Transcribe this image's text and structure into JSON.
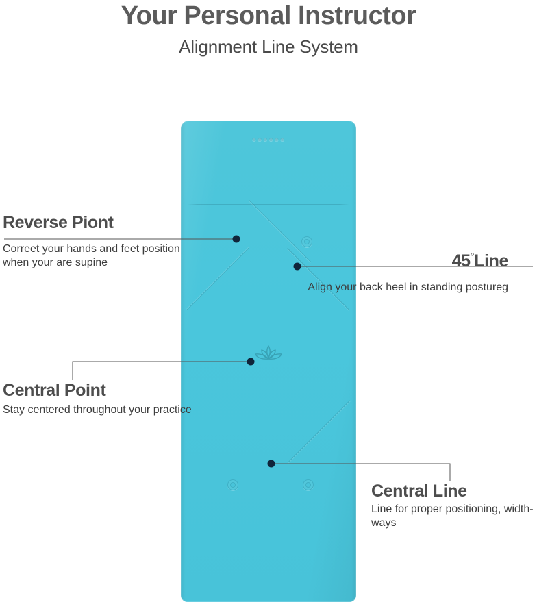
{
  "header": {
    "title": "Your Personal Instructor",
    "subtitle": "Alignment Line System"
  },
  "product": {
    "type": "yoga-mat",
    "mat_color": "#4ac6dc",
    "brand_emboss": "",
    "center_logo": "lotus-flower"
  },
  "colors": {
    "title": "#5b5b5b",
    "subtitle": "#4a4a4a",
    "callout_title": "#4d4d4d",
    "callout_body": "#3d3d3d",
    "leader_line": "#555555",
    "leader_dot": "#10253a",
    "mat": "#4ac6dc",
    "background": "#ffffff"
  },
  "callouts": [
    {
      "id": "reverse-point",
      "title": "Reverse Piont",
      "body": "Correet your hands and feet position when your are supine",
      "side": "left"
    },
    {
      "id": "central-point",
      "title": "Central Point",
      "body": "Stay centered throughout your practice",
      "side": "left"
    },
    {
      "id": "45-line",
      "title_prefix": "45",
      "title_degree": "°",
      "title_suffix": "Line",
      "title": "45°Line",
      "body": "Align your back heel in standing postureg",
      "side": "right"
    },
    {
      "id": "central-line",
      "title": "Central Line",
      "body": "Line for proper positioning, width-ways",
      "side": "right"
    }
  ]
}
